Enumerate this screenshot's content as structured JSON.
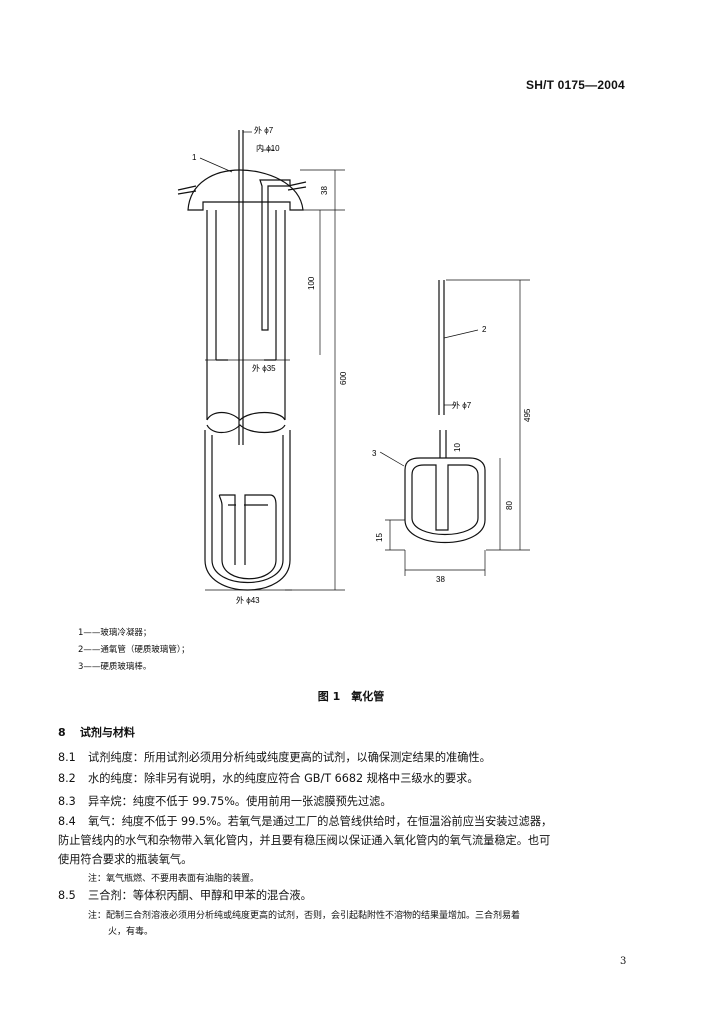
{
  "header": {
    "standard_no": "SH/T 0175—2004"
  },
  "figure": {
    "labels": {
      "callout_1": "1",
      "callout_2": "2",
      "callout_3": "3",
      "dim_outer_d7_top": "外 ϕ7",
      "dim_inner_d10": "内 ϕ10",
      "dim_38": "38",
      "dim_100": "100",
      "dim_600": "600",
      "dim_outer_d35": "外 ϕ35",
      "dim_outer_d43": "外 ϕ43",
      "dim_outer_d7_right": "外 ϕ7",
      "dim_10": "10",
      "dim_80": "80",
      "dim_495": "495",
      "dim_15": "15",
      "dim_38b": "38"
    },
    "legend": [
      "1——玻璃冷凝器；",
      "2——通氧管（硬质玻璃管）；",
      "3——硬质玻璃棒。"
    ],
    "caption": "图 1　氧化管"
  },
  "section": {
    "number": "8",
    "title": "试剂与材料"
  },
  "items": [
    {
      "num": "8.1",
      "text": "试剂纯度：所用试剂必须用分析纯或纯度更高的试剂，以确保测定结果的准确性。"
    },
    {
      "num": "8.2",
      "text": "水的纯度：除非另有说明，水的纯度应符合 GB/T 6682 规格中三级水的要求。"
    },
    {
      "num": "8.3",
      "text": "异辛烷：纯度不低于 99.75%。使用前用一张滤膜预先过滤。"
    },
    {
      "num": "8.4",
      "text_line1": "氧气：纯度不低于 99.5%。若氧气是通过工厂的总管线供给时，在恒温浴前应当安装过滤器，",
      "text_line2": "防止管线内的水气和杂物带入氧化管内，并且要有稳压阀以保证通入氧化管内的氧气流量稳定。也可",
      "text_line3": "使用符合要求的瓶装氧气。"
    },
    {
      "num": "8.5",
      "text": "三合剂：等体积丙酮、甲醇和甲苯的混合液。"
    }
  ],
  "notes": {
    "note1": "注：氧气瓶燃、不要用表面有油脂的装置。",
    "note2_line1": "注：配制三合剂溶液必须用分析纯或纯度更高的试剂，否则，会引起黏附性不溶物的结果量增加。三合剂易着",
    "note2_line2": "火，有毒。"
  },
  "page_number": "3"
}
